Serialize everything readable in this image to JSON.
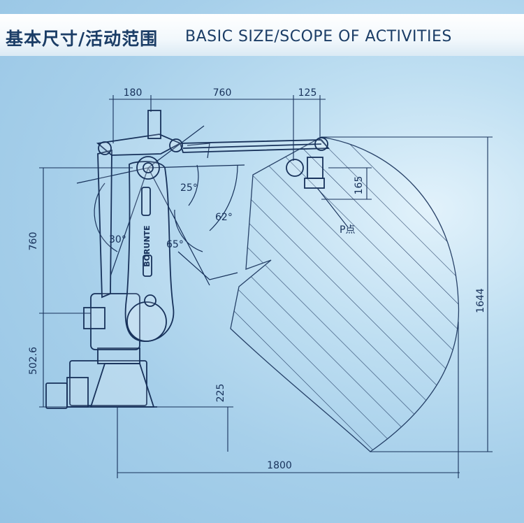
{
  "header": {
    "title_cn": "基本尺寸/活动范围",
    "title_en": "BASIC SIZE/SCOPE OF ACTIVITIES"
  },
  "dimensions": {
    "top_a": "180",
    "top_b": "760",
    "top_c": "125",
    "left_upper": "760",
    "left_lower": "502.6",
    "tool_offset": "165",
    "right_height": "1644",
    "base_height": "225",
    "reach": "1800"
  },
  "angles": {
    "a25": "25°",
    "a62": "62°",
    "a30": "30°",
    "a65": "65°"
  },
  "labels": {
    "p_point": "P点",
    "brand": "BORUNTE"
  },
  "colors": {
    "line": "#17315a",
    "title": "#1b3d66"
  }
}
